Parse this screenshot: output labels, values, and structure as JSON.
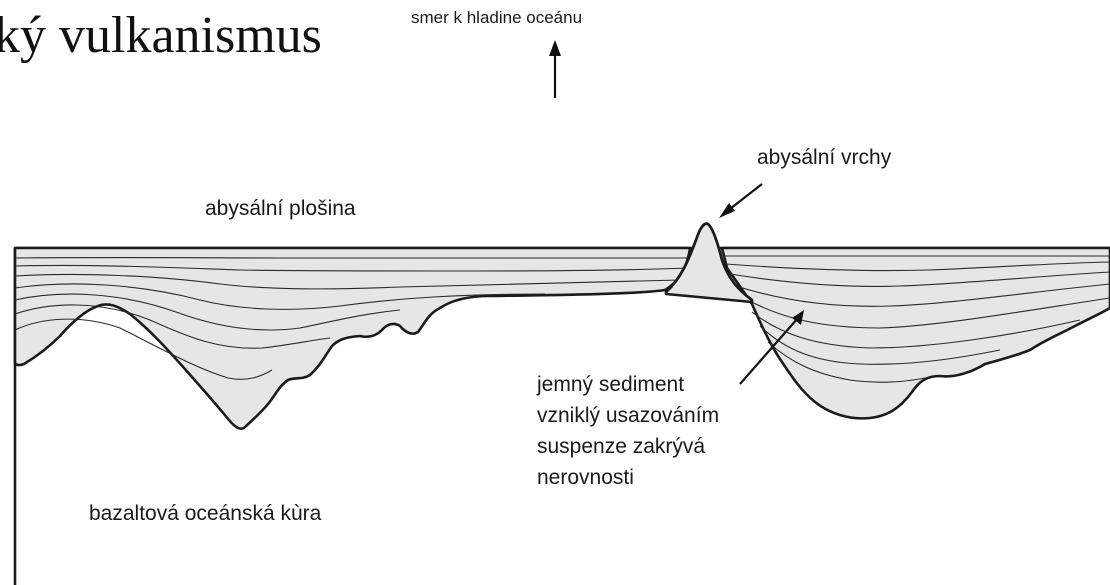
{
  "title": "ký vulkanismus",
  "top_note": "smer k hladine oceánu",
  "labels": {
    "plain": "abysální plošina",
    "hills": "abysální vrchy",
    "sediment": [
      "jemný sediment",
      "vzniklý usazováním",
      "suspenze zakrývá",
      "nerovnosti"
    ],
    "crust": "bazaltová oceánská kùra"
  }
}
